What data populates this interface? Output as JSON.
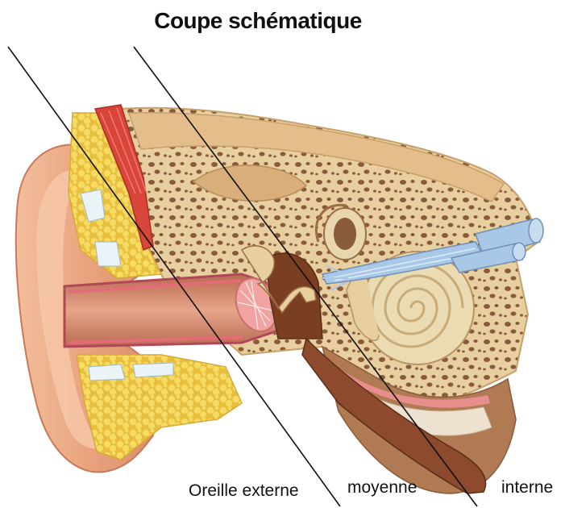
{
  "title": "Coupe schématique",
  "labels": {
    "outer": "Oreille externe",
    "middle": "moyenne",
    "inner": "interne"
  },
  "colors": {
    "skin": "#E9A37E",
    "skin_shadow": "#C9785A",
    "bone": "#E8CF9F",
    "bone_dark": "#C7A06A",
    "bone_pores": "#8A5A3C",
    "fat": "#F4D652",
    "muscle": "#D8453B",
    "membrane": "#F0A3A0",
    "nerve": "#A9C8E8",
    "cochlea": "#EADBB3",
    "divider_line": "#111111"
  },
  "structures": [
    "pavillon",
    "conduit-auditif",
    "tympan",
    "osselets",
    "canaux-semi-circulaires",
    "cochlee",
    "nerf-auditif",
    "trompe-eustache"
  ]
}
